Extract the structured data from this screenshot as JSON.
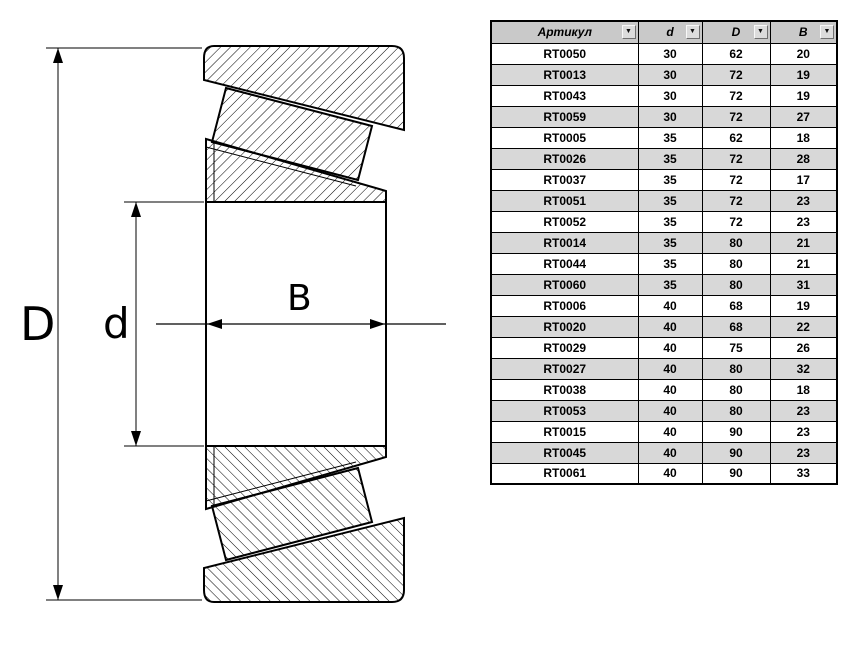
{
  "diagram": {
    "labels": {
      "outer_diameter": "D",
      "bore_diameter": "d",
      "width": "B"
    }
  },
  "table": {
    "filter_icon": "▼",
    "headers": [
      {
        "label": "Артикул"
      },
      {
        "label": "d"
      },
      {
        "label": "D"
      },
      {
        "label": "B"
      }
    ],
    "col_keys": [
      "article",
      "d",
      "D",
      "B"
    ],
    "rows": [
      [
        "RT0050",
        "30",
        "62",
        "20"
      ],
      [
        "RT0013",
        "30",
        "72",
        "19"
      ],
      [
        "RT0043",
        "30",
        "72",
        "19"
      ],
      [
        "RT0059",
        "30",
        "72",
        "27"
      ],
      [
        "RT0005",
        "35",
        "62",
        "18"
      ],
      [
        "RT0026",
        "35",
        "72",
        "28"
      ],
      [
        "RT0037",
        "35",
        "72",
        "17"
      ],
      [
        "RT0051",
        "35",
        "72",
        "23"
      ],
      [
        "RT0052",
        "35",
        "72",
        "23"
      ],
      [
        "RT0014",
        "35",
        "80",
        "21"
      ],
      [
        "RT0044",
        "35",
        "80",
        "21"
      ],
      [
        "RT0060",
        "35",
        "80",
        "31"
      ],
      [
        "RT0006",
        "40",
        "68",
        "19"
      ],
      [
        "RT0020",
        "40",
        "68",
        "22"
      ],
      [
        "RT0029",
        "40",
        "75",
        "26"
      ],
      [
        "RT0027",
        "40",
        "80",
        "32"
      ],
      [
        "RT0038",
        "40",
        "80",
        "18"
      ],
      [
        "RT0053",
        "40",
        "80",
        "23"
      ],
      [
        "RT0015",
        "40",
        "90",
        "23"
      ],
      [
        "RT0045",
        "40",
        "90",
        "23"
      ],
      [
        "RT0061",
        "40",
        "90",
        "33"
      ]
    ]
  },
  "colors": {
    "header_bg": "#c9c9c9",
    "alt_row_bg": "#d8d8d8",
    "line": "#000000"
  }
}
